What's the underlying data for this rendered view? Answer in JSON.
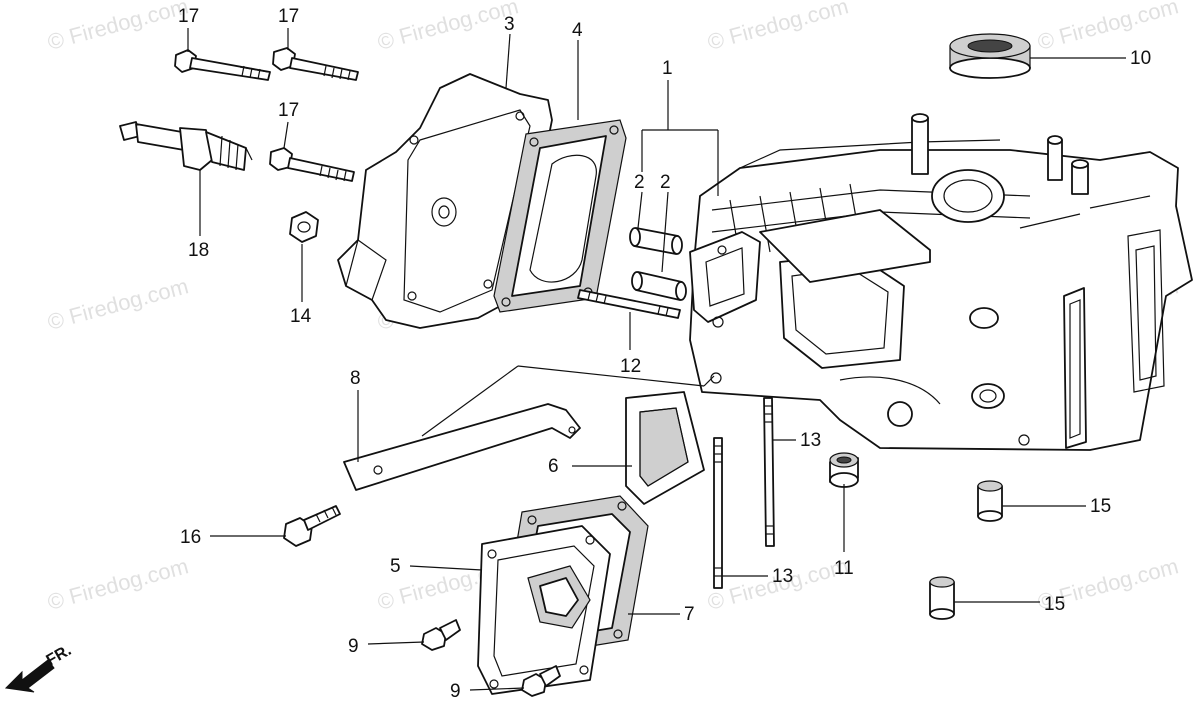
{
  "diagram": {
    "direction_label": "FR.",
    "watermark_text": "© Firedog.com",
    "callouts": {
      "c1": "1",
      "c2a": "2",
      "c2b": "2",
      "c3": "3",
      "c4": "4",
      "c5": "5",
      "c6": "6",
      "c7": "7",
      "c8": "8",
      "c9a": "9",
      "c9b": "9",
      "c10": "10",
      "c11": "11",
      "c12": "12",
      "c13a": "13",
      "c13b": "13",
      "c14": "14",
      "c15a": "15",
      "c15b": "15",
      "c16": "16",
      "c17a": "17",
      "c17b": "17",
      "c17c": "17",
      "c18": "18"
    },
    "colors": {
      "line": "#111111",
      "watermark": "#c8c8c8",
      "background": "#ffffff"
    }
  }
}
